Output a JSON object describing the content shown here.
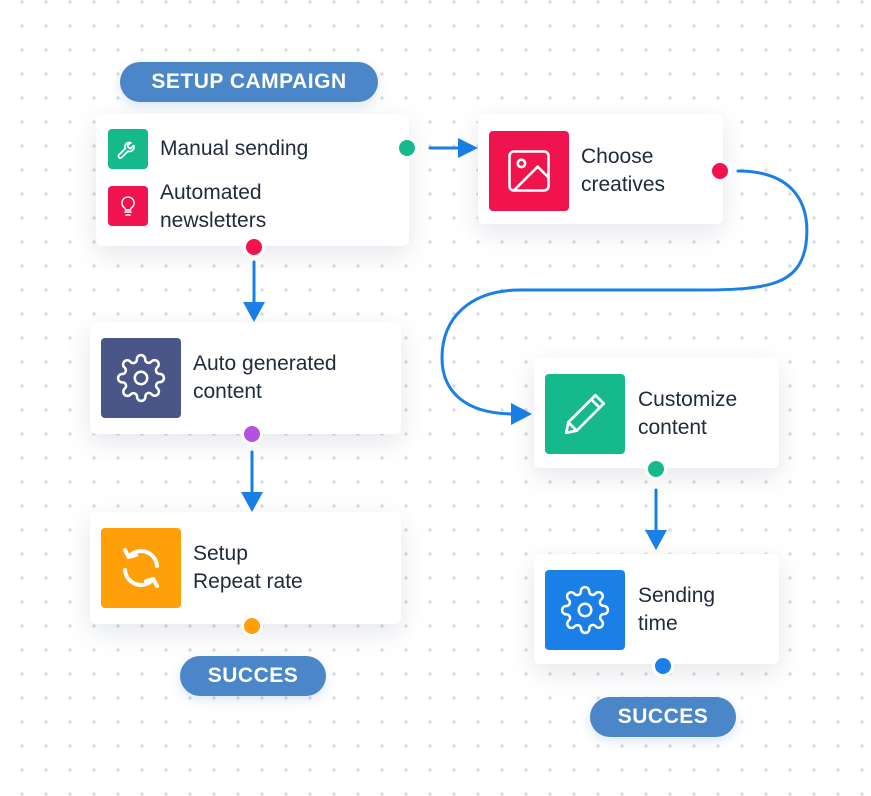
{
  "flow": {
    "start_label": "SETUP CAMPAIGN",
    "end_label_left": "SUCCES",
    "end_label_right": "SUCCES",
    "connector_color": "#1a7fe6"
  },
  "cards": {
    "trigger": {
      "option_manual": {
        "label": "Manual sending",
        "icon": "wrench-icon",
        "color": "#16b98c"
      },
      "option_automated": {
        "label_line1": "Automated",
        "label_line2": "newsletters",
        "icon": "lightbulb-icon",
        "color": "#f0134d"
      }
    },
    "choose_creatives": {
      "label_line1": "Choose",
      "label_line2": "creatives",
      "icon": "image-icon",
      "color": "#f0134d"
    },
    "auto_content": {
      "label_line1": "Auto generated",
      "label_line2": "content",
      "icon": "gear-icon",
      "color": "#4a5688"
    },
    "repeat_rate": {
      "label_line1": "Setup",
      "label_line2": "Repeat rate",
      "icon": "refresh-icon",
      "color": "#ff9f0a"
    },
    "customize_content": {
      "label_line1": "Customize",
      "label_line2": "content",
      "icon": "pencil-icon",
      "color": "#16b98c"
    },
    "sending_time": {
      "label_line1": "Sending",
      "label_line2": "time",
      "icon": "gear-icon",
      "color": "#1a7fe6"
    }
  },
  "ports": {
    "manual_out": "#16b98c",
    "automated_out": "#f0134d",
    "creatives_out": "#f0134d",
    "auto_content_out": "#b351e0",
    "repeat_out": "#ff9f0a",
    "customize_out": "#16b98c",
    "sending_out": "#1a7fe6"
  }
}
